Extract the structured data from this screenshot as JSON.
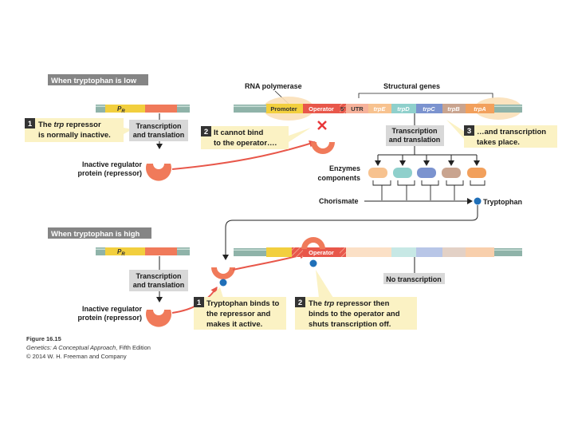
{
  "headers": {
    "low": "When tryptophan is low",
    "high": "When tryptophan is high"
  },
  "regulator_gene": {
    "label": "P",
    "sub": "R"
  },
  "labels": {
    "rna_polymerase": "RNA polymerase",
    "structural_genes": "Structural genes",
    "transcription": "Transcription",
    "and_translation": "and translation",
    "inactive_regulator_1": "Inactive regulator",
    "inactive_regulator_2": "protein (repressor)",
    "enzymes": "Enzymes",
    "components": "components",
    "chorismate": "Chorismate",
    "tryptophan": "Tryptophan",
    "no_transcription": "No transcription"
  },
  "operon": {
    "promoter": "Promoter",
    "operator": "Operator",
    "utr_prime": "5′",
    "utr": "UTR",
    "genes": [
      "trpE",
      "trpD",
      "trpC",
      "trpB",
      "trpA"
    ]
  },
  "callouts_low": [
    {
      "num": "1",
      "line1_pre": "The ",
      "line1_italic": "trp",
      "line1_post": " repressor",
      "line2": "is normally inactive."
    },
    {
      "num": "2",
      "line1": "It cannot bind",
      "line2": "to the operator…."
    },
    {
      "num": "3",
      "line1": "…and transcription",
      "line2": "takes place."
    }
  ],
  "callouts_high": [
    {
      "num": "1",
      "line1": "Tryptophan binds to",
      "line2": "the repressor and",
      "line3": "makes it active."
    },
    {
      "num": "2",
      "line1_pre": "The ",
      "line1_italic": "trp",
      "line1_post": " repressor then",
      "line2": "binds to the operator and",
      "line3": "shuts transcription off."
    }
  ],
  "caption": {
    "figure": "Figure 16.15",
    "book": "Genetics: A Conceptual Approach",
    "edition": ", Fifth Edition",
    "copyright": "© 2014 W. H. Freeman and Company"
  },
  "colors": {
    "dna": "#8fb3a9",
    "promoter": "#f2cf3e",
    "operator": "#e8574a",
    "repressor": "#f07a5a",
    "callout": "#fbf2c4",
    "grey_box": "#d8d8d8",
    "tryptophan": "#1f6fb8",
    "header": "#858585",
    "genes": [
      "#f7c28f",
      "#8fd0cc",
      "#7b93cf",
      "#c9a48f",
      "#f2a05c"
    ]
  },
  "icons": [
    "x-mark-icon",
    "repressor-shape-icon",
    "tryptophan-dot-icon"
  ]
}
